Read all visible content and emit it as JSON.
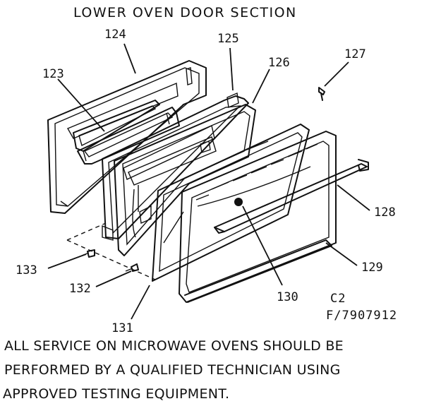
{
  "title": "LOWER OVEN DOOR SECTION",
  "parts": {
    "p123": "123",
    "p124": "124",
    "p125": "125",
    "p126": "126",
    "p127": "127",
    "p128": "128",
    "p129": "129",
    "p130": "130",
    "p131": "131",
    "p132": "132",
    "p133": "133"
  },
  "codes": {
    "c1": "C2",
    "c2": "F/7907912"
  },
  "notice": {
    "line1": "ALL SERVICE ON MICROWAVE OVENS SHOULD BE",
    "line2": "PERFORMED BY A QUALIFIED  TECHNICIAN USING",
    "line3": "APPROVED TESTING EQUIPMENT."
  }
}
